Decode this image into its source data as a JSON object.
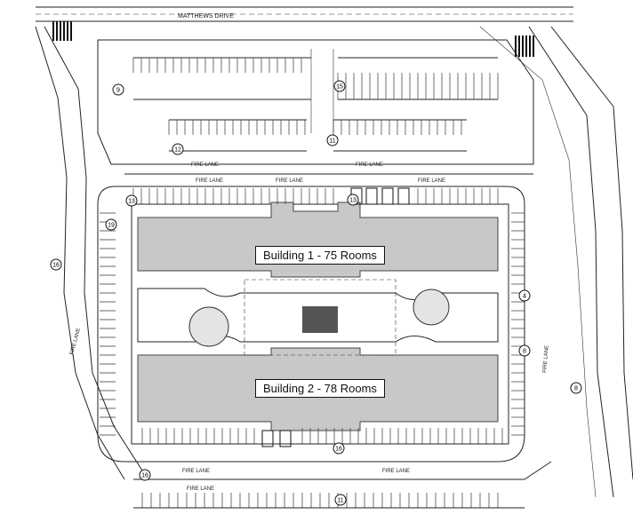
{
  "street": {
    "name": "MATTHEWS DRIVE"
  },
  "buildings": [
    {
      "label": "Building 1 - 75 Rooms"
    },
    {
      "label": "Building 2 - 78 Rooms"
    }
  ],
  "fire_lane_label": "FIRE LANE",
  "stall_counts": [
    "9",
    "15",
    "12",
    "11",
    "13",
    "13",
    "19",
    "16",
    "4",
    "8",
    "8",
    "16",
    "11",
    "16"
  ]
}
